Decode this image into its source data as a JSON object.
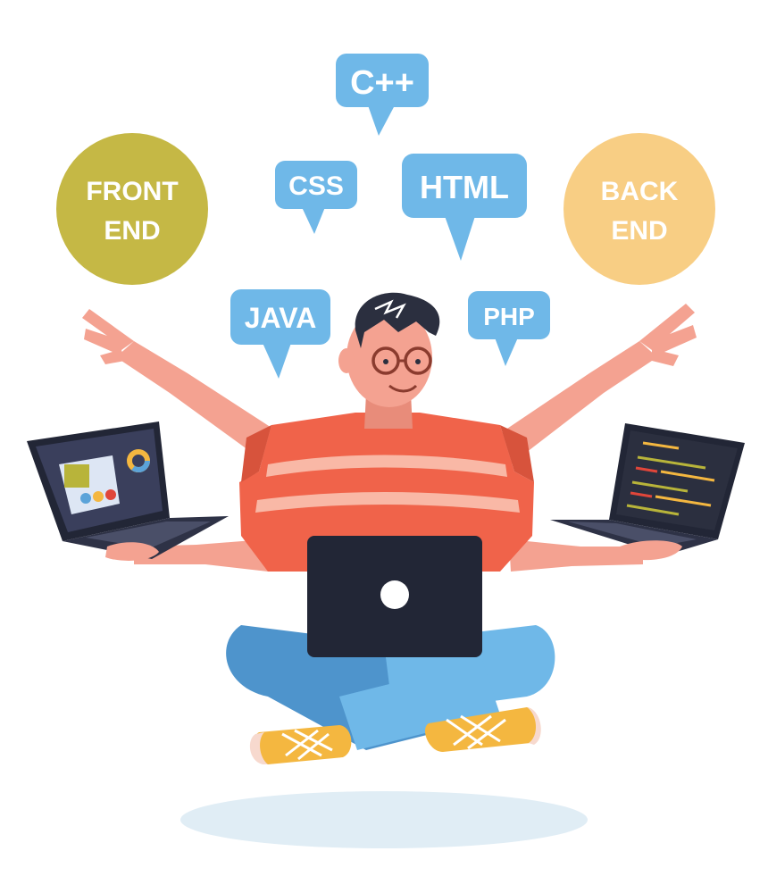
{
  "circles": {
    "front_end": {
      "line1": "FRONT",
      "line2": "END",
      "color": "#C5B845"
    },
    "back_end": {
      "line1": "BACK",
      "line2": "END",
      "color": "#F8CE84"
    }
  },
  "bubbles": {
    "cpp": "C++",
    "css": "CSS",
    "html": "HTML",
    "java": "JAVA",
    "php": "PHP",
    "color": "#6FB8E8"
  },
  "illustration": {
    "shirt_color": "#F0634A",
    "stripe_color": "#F9B8A6",
    "skin_color": "#F4A291",
    "hair_color": "#2B2F3F",
    "jeans_color": "#5BA3D9",
    "laptop_color": "#222636",
    "shoe_color": "#F4B740",
    "shadow_color": "#E0EDF5"
  }
}
